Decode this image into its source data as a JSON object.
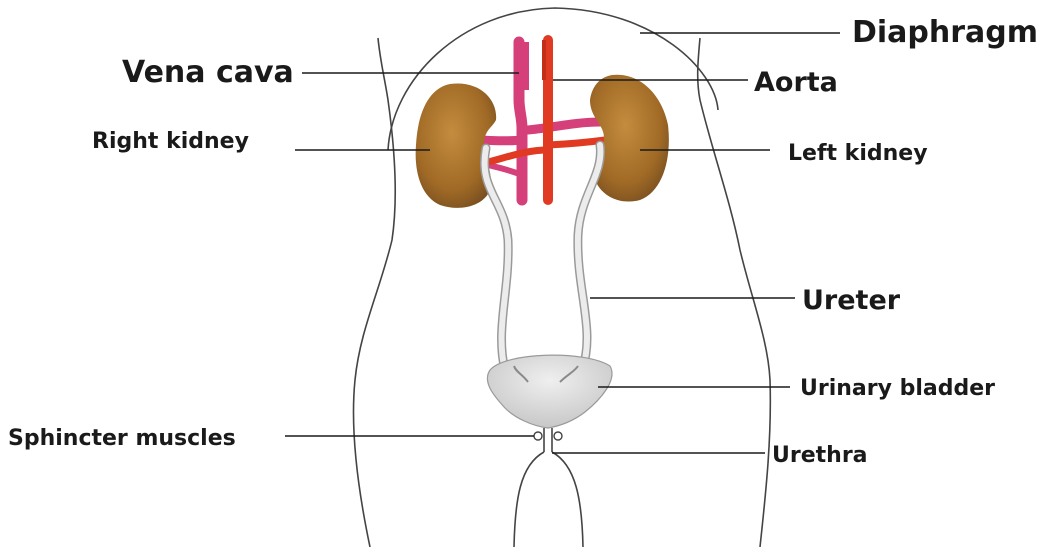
{
  "labels": {
    "diaphragm": "Diaphragm",
    "vena_cava": "Vena cava",
    "aorta": "Aorta",
    "right_kidney": "Right kidney",
    "left_kidney": "Left kidney",
    "ureter": "Ureter",
    "urinary_bladder": "Urinary bladder",
    "sphincter_muscles": "Sphincter muscles",
    "urethra": "Urethra"
  },
  "colors": {
    "kidney": "#a8742e",
    "kidney_dark": "#7a5020",
    "vena_cava": "#d6407a",
    "aorta": "#e03a22",
    "ureter": "#d9d9d9",
    "bladder": "#d6d6d6"
  }
}
